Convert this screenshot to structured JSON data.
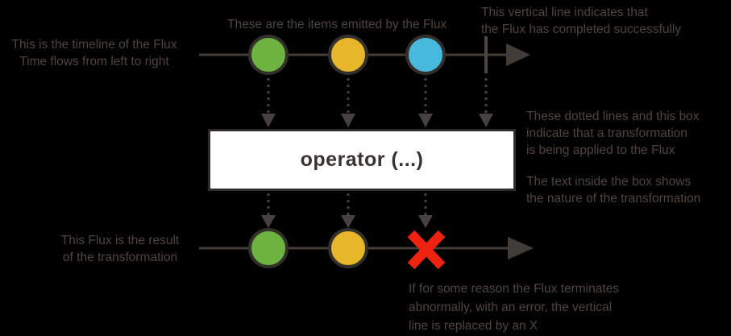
{
  "annotations": {
    "source_timeline": {
      "lines": [
        "This is the timeline of the Flux",
        "Time flows from left to right"
      ]
    },
    "emitted_items": {
      "lines": [
        "These are the items emitted by the Flux"
      ]
    },
    "completion": {
      "lines": [
        "This vertical line indicates that",
        "the Flux has completed successfully"
      ]
    },
    "transformation": {
      "lines": [
        "These dotted lines and this box",
        "indicate that a transformation",
        "is being applied to the Flux"
      ]
    },
    "box_text": {
      "lines": [
        "The text inside the box shows",
        "the nature of the transformation"
      ]
    },
    "result_flux": {
      "lines": [
        "This Flux is the result",
        "of the transformation"
      ]
    },
    "error_termination": {
      "lines": [
        "If for some reason the Flux terminates",
        "abnormally, with an error, the vertical",
        "line is replaced by an X"
      ]
    }
  },
  "operator_box": {
    "label": "operator (...)"
  },
  "source_flux": {
    "marbles": [
      "green",
      "amber",
      "blue"
    ],
    "terminal": "completed"
  },
  "result_flux_data": {
    "marbles": [
      "green",
      "amber"
    ],
    "terminal": "error"
  },
  "colors": {
    "background": "#000000",
    "annotation_text": "#4f443c",
    "line": "#413c38",
    "completion_line": "#4a4540",
    "dotted_line": "#474240",
    "marble_green": "#6db33f",
    "marble_amber": "#e8b62a",
    "marble_blue": "#47b9dd",
    "marble_border": "#33302b",
    "error_x": "#ee2211",
    "box_background": "#ffffff",
    "box_border": "#2f2b28",
    "box_text": "#393430"
  }
}
